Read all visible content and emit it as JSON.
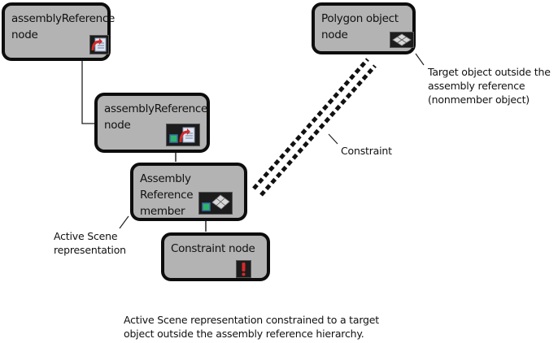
{
  "nodes": {
    "assembly_ref_top": {
      "label": "assemblyReference\nnode",
      "icon": "assembly-reference-icon"
    },
    "assembly_ref_mid": {
      "label": "assemblyReference\nnode",
      "icon": "assembly-reference-with-scene-icon"
    },
    "assembly_member": {
      "label": "Assembly Reference\nmember",
      "icon": "scene-polygon-icon"
    },
    "constraint_node": {
      "label": "Constraint node",
      "icon": "exclamation-icon"
    },
    "polygon_node": {
      "label": "Polygon object\nnode",
      "icon": "polygon-mesh-icon"
    }
  },
  "annotations": {
    "target_object": "Target object outside the\nassembly reference\n(nonmember object)",
    "constraint": "Constraint",
    "active_scene": "Active Scene\nrepresentation",
    "caption": "Active Scene representation constrained  to a target\nobject outside the assembly reference hierarchy."
  },
  "colors": {
    "node_fill": "#b3b3b3",
    "node_border": "#0d0d0d",
    "icon_red": "#d42a2a",
    "icon_green": "#2fb56a"
  }
}
